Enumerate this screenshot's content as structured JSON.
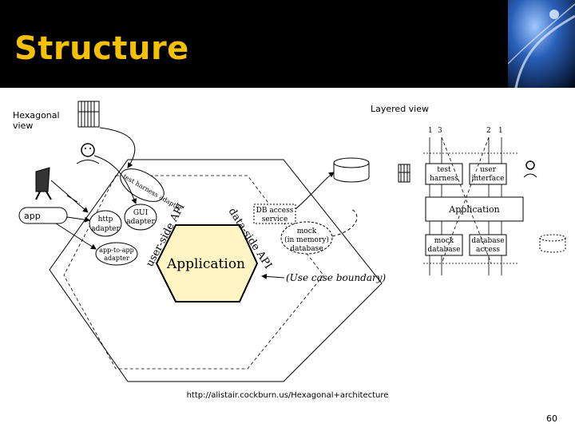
{
  "slide": {
    "title": "Structure",
    "page_number": "60",
    "source_url": "http://alistair.cockburn.us/Hexagonal+architecture"
  },
  "hexagonal": {
    "label": "Hexagonal view",
    "app_label": "app",
    "adapters": {
      "test_harness": "test harness adapter",
      "gui": [
        "GUI",
        "adapter"
      ],
      "http": [
        "http",
        "adapter"
      ],
      "app_to_app": [
        "app-to-app",
        "adapter"
      ],
      "db_access": [
        "DB access",
        "service"
      ],
      "mock_db": [
        "mock",
        "(in memory)",
        "database"
      ]
    },
    "user_side_api": "user-side API",
    "data_side_api": "data-side API",
    "application": "Application",
    "use_case_boundary": "(Use case boundary)"
  },
  "layered": {
    "label": "Layered view",
    "numbers_left": [
      "1",
      "3"
    ],
    "numbers_right": [
      "2",
      "1"
    ],
    "boxes": {
      "test_harness": [
        "test",
        "harness"
      ],
      "user_interface": [
        "user",
        "interface"
      ],
      "application": "Application",
      "mock_database": [
        "mock",
        "database"
      ],
      "database_access": [
        "database",
        "access"
      ]
    }
  },
  "colors": {
    "header_bg": "#000000",
    "title": "#f5c000",
    "application_fill": "#fff5c4",
    "application_stroke": "#000000"
  }
}
